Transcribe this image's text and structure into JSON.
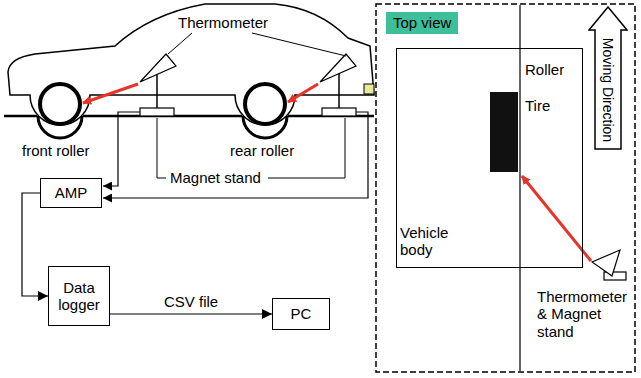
{
  "diagram": {
    "nodes": [
      {
        "text": [
          "AMP"
        ]
      },
      {
        "text": [
          "Data logger"
        ]
      },
      {
        "text": [
          "PC"
        ]
      },
      {
        "text": [
          "Top view"
        ]
      },
      {
        "text": [
          "Moving Direction"
        ]
      },
      {
        "text": [
          "Roller",
          "Tire"
        ]
      }
    ],
    "edges": [
      {
        "from": 0,
        "to": 1,
        "arrow": "to"
      },
      {
        "from": 1,
        "to": 2,
        "label": "CSV file",
        "arrow": "to"
      }
    ],
    "labels": [
      "Thermometer",
      "front roller",
      "rear roller",
      "Magnet stand",
      "Vehicle body",
      "Thermometer & Magnet stand"
    ]
  }
}
